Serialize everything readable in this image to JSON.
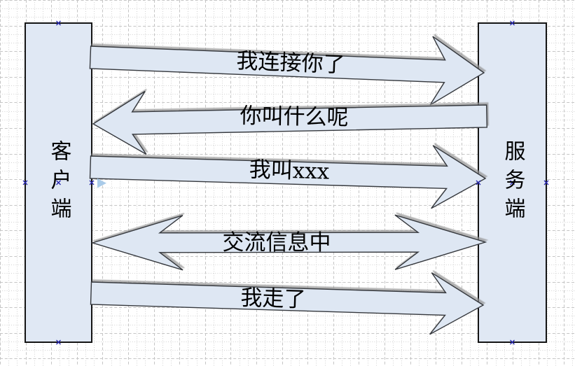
{
  "canvas": {
    "background": "#ffffff",
    "grid_major_color": "#c5c5c5",
    "grid_minor_color": "#d2d2d2"
  },
  "nodes": {
    "client": {
      "label": "客户端"
    },
    "server": {
      "label": "服务端"
    }
  },
  "messages": [
    {
      "label": "我连接你了",
      "from": "client",
      "to": "server",
      "direction": "left-to-right"
    },
    {
      "label": "你叫什么呢",
      "from": "server",
      "to": "client",
      "direction": "right-to-left"
    },
    {
      "label": "我叫xxx",
      "from": "client",
      "to": "server",
      "direction": "left-to-right"
    },
    {
      "label": "交流信息中",
      "from": "client",
      "to": "server",
      "direction": "bidirectional"
    },
    {
      "label": "我走了",
      "from": "client",
      "to": "server",
      "direction": "left-to-right"
    }
  ],
  "colors": {
    "shape_fill": "#dee7f3",
    "shape_border": "#35383d",
    "shadow": "#919191",
    "connection_point": "#2323ad",
    "autoconnect_arrow": "#a9cbe9"
  }
}
